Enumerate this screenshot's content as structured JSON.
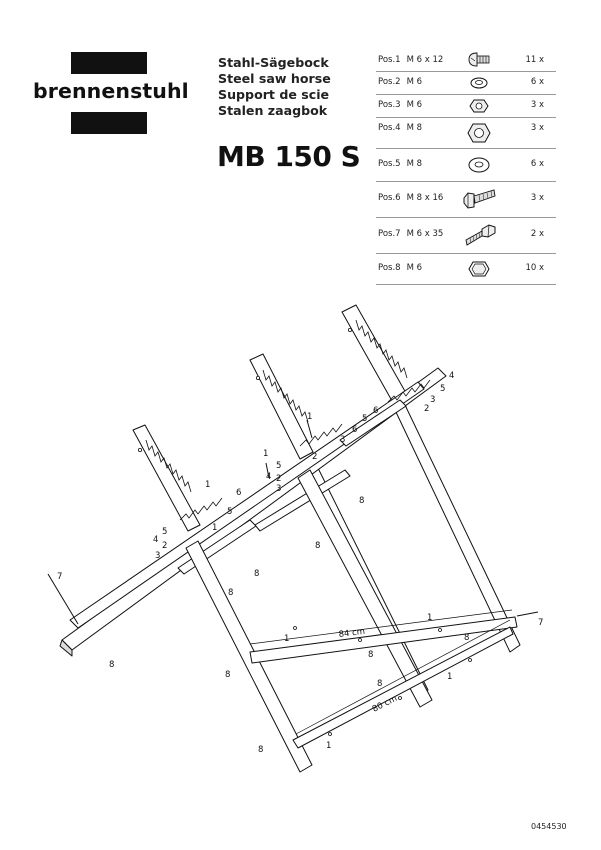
{
  "brand": {
    "name": "brennenstuhl"
  },
  "product": {
    "titles": [
      "Stahl-Sägebock",
      "Steel saw horse",
      "Support de scie",
      "Stalen zaagbok"
    ],
    "model": "MB 150 S"
  },
  "parts": [
    {
      "pos": "Pos.1",
      "size": "M 6 x 12",
      "qty": "11 x",
      "icon": "button-head-screw-icon"
    },
    {
      "pos": "Pos.2",
      "size": "M 6",
      "qty": "6 x",
      "icon": "washer-icon"
    },
    {
      "pos": "Pos.3",
      "size": "M 6",
      "qty": "3 x",
      "icon": "hex-nut-icon"
    },
    {
      "pos": "Pos.4",
      "size": "M 8",
      "qty": "3 x",
      "icon": "hex-nut-icon"
    },
    {
      "pos": "Pos.5",
      "size": "M 8",
      "qty": "6 x",
      "icon": "washer-icon"
    },
    {
      "pos": "Pos.6",
      "size": "M 8 x 16",
      "qty": "3 x",
      "icon": "hex-bolt-icon"
    },
    {
      "pos": "Pos.7",
      "size": "M 6 x 35",
      "qty": "2 x",
      "icon": "hex-bolt-long-icon"
    },
    {
      "pos": "Pos.8",
      "size": "M 6",
      "qty": "10 x",
      "icon": "cap-nut-icon"
    }
  ],
  "diagram": {
    "callouts": [
      "1",
      "2",
      "3",
      "4",
      "5",
      "6",
      "7",
      "8"
    ],
    "dimensions": {
      "upper": "84 cm",
      "lower": "80 cm"
    }
  },
  "document_number": "0454530"
}
